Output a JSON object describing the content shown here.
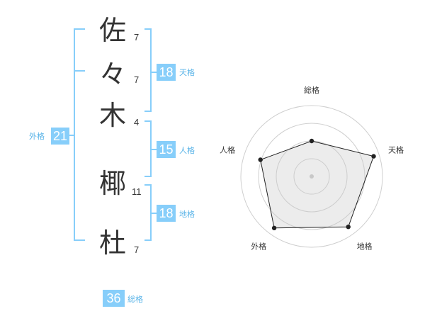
{
  "name": {
    "chars": [
      {
        "char": "佐",
        "strokes": "7"
      },
      {
        "char": "々",
        "strokes": "7"
      },
      {
        "char": "木",
        "strokes": "4"
      },
      {
        "char": "椰",
        "strokes": "11"
      },
      {
        "char": "杜",
        "strokes": "7"
      }
    ]
  },
  "kakusu": {
    "tenkaku": {
      "value": "18",
      "label": "天格"
    },
    "jinkaku": {
      "value": "15",
      "label": "人格"
    },
    "chikaku": {
      "value": "18",
      "label": "地格"
    },
    "gaikaku": {
      "value": "21",
      "label": "外格"
    },
    "soukaku": {
      "value": "36",
      "label": "総格"
    }
  },
  "colors": {
    "accent": "#87cefa",
    "label": "#5ab4e8",
    "text": "#333333"
  },
  "chart_data": {
    "type": "radar",
    "axes": [
      "総格",
      "天格",
      "地格",
      "外格",
      "人格"
    ],
    "values": [
      0.5,
      0.92,
      0.88,
      0.9,
      0.76
    ],
    "max": 1,
    "rings": 4
  }
}
